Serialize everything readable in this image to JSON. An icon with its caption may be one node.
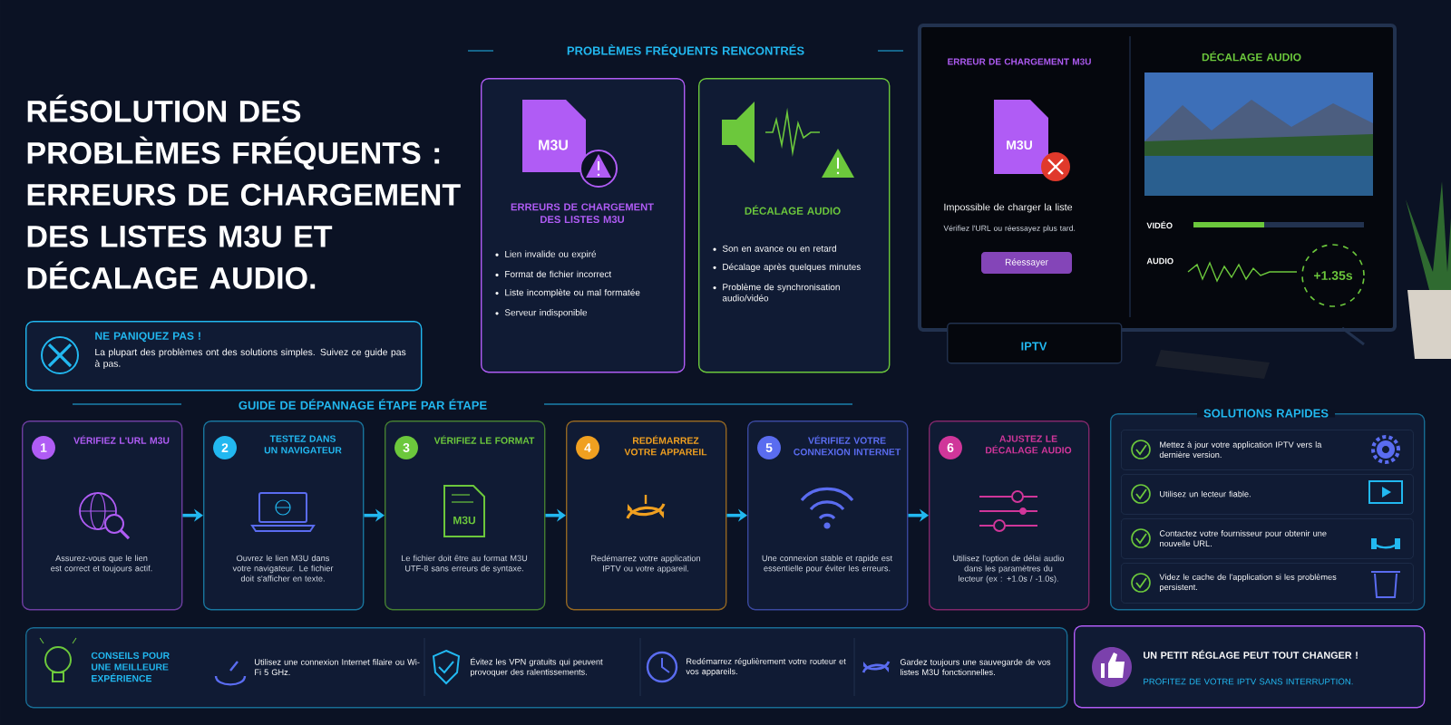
{
  "diagram": {
    "title": "RÉSOLUTION DES PROBLÈMES FRÉQUENTS : ERREURS DE CHARGEMENT DES LISTES M3U ET DÉCALAGE AUDIO.",
    "nodes": [
      {
        "text": [
          "NE PANIQUEZ PAS !",
          "La plupart des problèmes ont des solutions simples. Suivez ce guide pas à pas."
        ]
      },
      {
        "text": [
          "M3U",
          "ERREURS DE CHARGEMENT DES LISTES M3U",
          "Lien invalide ou expiré",
          "Format de fichier incorrect",
          "Liste incomplète ou mal formatée",
          "Serveur indisponible"
        ]
      },
      {
        "text": [
          "DÉCALAGE AUDIO",
          "Son en avance ou en retard",
          "Décalage après quelques minutes",
          "Problème de synchronisation audio/vidéo"
        ]
      },
      {
        "text": [
          "ERREUR DE CHARGEMENT M3U",
          "M3U",
          "Impossible de charger la liste",
          "Vérifiez l'URL ou réessayez plus tard.",
          "Réessayer",
          "DÉCALAGE AUDIO",
          "VIDÉO",
          "AUDIO",
          "+1.35s"
        ]
      },
      {
        "text": [
          "IPTV"
        ]
      },
      {
        "text": [
          "1",
          "VÉRIFIEZ L'URL M3U",
          "Assurez-vous que le lien est correct et toujours actif."
        ]
      },
      {
        "text": [
          "2",
          "TESTEZ DANS UN NAVIGATEUR",
          "Ouvrez le lien M3U dans votre navigateur. Le fichier doit s'afficher en texte."
        ]
      },
      {
        "text": [
          "3",
          "VÉRIFIEZ LE FORMAT",
          "M3U",
          "Le fichier doit être au format M3U UTF-8 sans erreurs de syntaxe."
        ]
      },
      {
        "text": [
          "4",
          "REDÉMARREZ VOTRE APPAREIL",
          "Redémarrez votre application IPTV ou votre appareil."
        ]
      },
      {
        "text": [
          "5",
          "VÉRIFIEZ VOTRE CONNEXION INTERNET",
          "Une connexion stable et rapide est essentielle pour éviter les erreurs."
        ]
      },
      {
        "text": [
          "6",
          "AJUSTEZ LE DÉCALAGE AUDIO",
          "Utilisez l'option de délai audio dans les paramètres du lecteur (ex : +1.0s / -1.0s)."
        ]
      },
      {
        "text": [
          "SOLUTIONS RAPIDES"
        ]
      },
      {
        "text": [
          "Mettez à jour votre application IPTV vers la dernière version."
        ],
        "in": 11
      },
      {
        "text": [
          "Utilisez un lecteur fiable."
        ],
        "in": 11
      },
      {
        "text": [
          "Contactez votre fournisseur pour obtenir une nouvelle URL."
        ],
        "in": 11
      },
      {
        "text": [
          "Videz le cache de l'application si les problèmes persistent."
        ],
        "in": 11
      },
      {
        "text": [
          "CONSEILS POUR UNE MEILLEURE EXPÉRIENCE",
          "Utilisez une connexion Internet filaire ou Wi-Fi 5 GHz.",
          "Évitez les VPN gratuits qui peuvent provoquer des ralentissements.",
          "Redémarrez régulièrement votre routeur et vos appareils.",
          "Gardez toujours une sauvegarde de vos listes M3U fonctionnelles."
        ]
      },
      {
        "text": [
          "UN PETIT RÉGLAGE PEUT TOUT CHANGER !",
          "PROFITEZ DE VOTRE IPTV SANS INTERRUPTION."
        ]
      }
    ],
    "edges": [
      {
        "from": 5,
        "to": 6,
        "arrow": "to"
      },
      {
        "from": 6,
        "to": 7,
        "arrow": "to"
      },
      {
        "from": 7,
        "to": 8,
        "arrow": "to"
      },
      {
        "from": 8,
        "to": 9,
        "arrow": "to"
      },
      {
        "from": 9,
        "to": 10,
        "arrow": "to"
      }
    ],
    "labels": [
      "PROBLÈMES FRÉQUENTS RENCONTRÉS",
      "GUIDE DE DÉPANNAGE ÉTAPE PAR ÉTAPE"
    ]
  }
}
